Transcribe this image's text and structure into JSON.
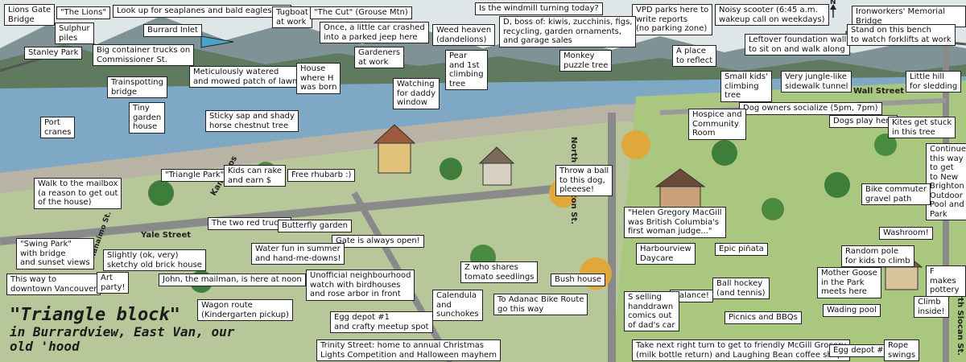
{
  "title": {
    "line1": "\"Triangle block\"",
    "line2": "in Burrardview, East Van, our old 'hood"
  },
  "streets": {
    "yale": "Yale Street",
    "wall": "Wall Street",
    "north_penticton": "North Penticton St.",
    "north_slocan": "North Slocan St.",
    "kamloops": "Kamloops",
    "nanaimo": "Nanaimo St."
  },
  "compass": "N",
  "labels": {
    "lions_gate": "Lions Gate\nBridge",
    "the_lions": "\"The Lions\"",
    "seaplanes": "Look up for seaplanes and bald eagles too",
    "tugboat": "Tugboat\nat work",
    "the_cut": "\"The Cut\" (Grouse Mtn)",
    "windmill": "Is the windmill turning today?",
    "vpd": "VPD parks here to\nwrite reports\n(no parking zone)",
    "scooter": "Noisy scooter (6:45 a.m.\nwakeup call on weekdays)",
    "ironworkers": "Ironworkers' Memorial Bridge",
    "sulphur": "Sulphur\npiles",
    "burrard_inlet": "Burrard Inlet",
    "little_car": "Once, a little car crashed\ninto a parked jeep here",
    "weed_heaven": "Weed heaven\n(dandelions)",
    "d_boss": "D, boss of:  kiwis, zucchinis, figs,\nrecycling, garden ornaments,\nand garage sales",
    "stanley_park": "Stanley Park",
    "container_trucks": "Big container trucks on\nCommissioner St.",
    "gardeners": "Gardeners\nat work",
    "pear_tree": "Pear\nand 1st\nclimbing\ntree",
    "monkey_puzzle": "Monkey\npuzzle tree",
    "place_reflect": "A place\nto reflect",
    "foundation_wall": "Leftover foundation wall\nto sit on and walk along",
    "stand_bench": "Stand on this bench\nto watch forklifts at work",
    "trainspotting": "Trainspotting\nbridge",
    "lawn": "Meticulously watered\nand mowed patch of lawn",
    "house_born": "House\nwhere H\nwas born",
    "daddy_window": "Watching\nfor daddy\nwindow",
    "jungle_tunnel": "Very jungle-like\nsidewalk tunnel",
    "little_hill": "Little hill\nfor sledding",
    "small_kids_tree": "Small  kids'\nclimbing\ntree",
    "tiny_garden": "Tiny\ngarden\nhouse",
    "port_cranes": "Port\ncranes",
    "sticky_sap": "Sticky sap and shady\nhorse chestnut tree",
    "dog_owners": "Dog owners socialize (5pm, 7pm)",
    "hospice": "Hospice and\nCommunity\nRoom",
    "dogs_play": "Dogs play here",
    "kites": "Kites get stuck\nin this tree",
    "triangle_park": "\"Triangle Park\"",
    "kids_rake": "Kids can rake\nand earn $",
    "free_rhubarb": "Free rhubarb :)",
    "throw_ball": "Throw a ball\nto this dog,\npleeese!",
    "continue_way": "Continue\nthis way\nto get\nto New\nBrighton\nOutdoor\nPool and\nPark",
    "walk_mailbox": "Walk to the mailbox\n(a reason to get out\nof the house)",
    "bike_path": "Bike commuter\ngravel path",
    "two_red_trucks": "The two red trucks",
    "butterfly": "Butterfly garden",
    "helen": "\"Helen Gregory MacGill\nwas British Columbia's\nfirst woman judge...\"",
    "swing_park": "\"Swing Park\"\nwith bridge\nand sunset views",
    "old_brick": "Slightly (ok, very)\nsketchy old brick house",
    "gate_open": "Gate is always open!",
    "water_fun": "Water fun in summer\nand hand-me-downs!",
    "washroom": "Washroom!",
    "harbourview": "Harbourview\nDaycare",
    "pinata": "Epic piñata",
    "random_pole": "Random pole\nfor kids to climb",
    "f_pottery": "F makes\npottery",
    "downtown": "This way to\ndowntown Vancouver",
    "art_party": "Art\nparty!",
    "mailman": "John, the mailman, is here at noon",
    "birdhouses": "Unofficial neighbourhood\nwatch with birdhouses\nand rose arbor in front",
    "z_tomato": "Z who shares\ntomato seedlings",
    "bush_house": "Bush house",
    "balance": "Balance!",
    "ball_hockey": "Ball hockey\n(and tennis)",
    "mother_goose": "Mother Goose\nin the Park\nmeets here",
    "climb_inside": "Climb\ninside!",
    "wagon": "Wagon route\n(Kindergarten pickup)",
    "calendula": "Calendula\nand\nsunchokes",
    "adanac": "To Adanac Bike Route\ngo this way",
    "s_comics": "S selling\nhanddrawn\ncomics out\nof dad's car",
    "wading": "Wading pool",
    "picnics": "Picnics and BBQs",
    "egg_depot_1": "Egg depot #1\nand crafty meetup spot",
    "trinity": "Trinity Street:  home to annual Christmas\nLights Competition and Halloween mayhem",
    "mcgill": "Take next right turn to get to friendly McGill Grocery\n(milk bottle return) and Laughing Bean coffee shop",
    "egg_depot_2": "Egg depot #2",
    "rope_swings": "Rope\nswings"
  }
}
